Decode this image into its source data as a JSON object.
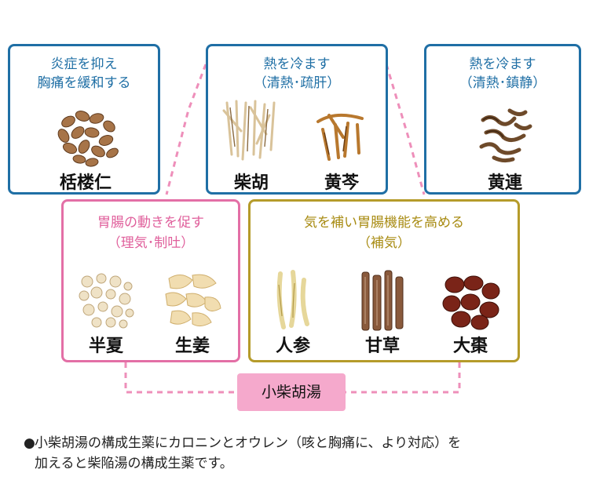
{
  "boxes": {
    "b1": {
      "title1": "炎症を抑え",
      "title2": "胸痛を緩和する",
      "herbs": [
        "栝楼仁"
      ]
    },
    "b2": {
      "title1": "熱を冷ます",
      "title2": "（清熱･疏肝）",
      "herbs": [
        "柴胡",
        "黄芩"
      ]
    },
    "b3": {
      "title1": "熱を冷ます",
      "title2": "（清熱･鎮静）",
      "herbs": [
        "黄連"
      ]
    },
    "b4": {
      "title1": "胃腸の動きを促す",
      "title2": "（理気･制吐）",
      "herbs": [
        "半夏",
        "生姜"
      ]
    },
    "b5": {
      "title1": "気を補い胃腸機能を高める",
      "title2": "（補気）",
      "herbs": [
        "人参",
        "甘草",
        "大棗"
      ]
    }
  },
  "center_label": "小柴胡湯",
  "note": {
    "bullet": "●",
    "line1": "小柴胡湯の構成生薬にカロニンとオウレン（咳と胸痛に、より対応）を",
    "line2": "加えると柴陥湯の構成生薬です。"
  },
  "colors": {
    "blue": "#1f6fa5",
    "pink": "#e36fa6",
    "gold": "#b59b2a",
    "label_bg": "#f5a9cc"
  }
}
